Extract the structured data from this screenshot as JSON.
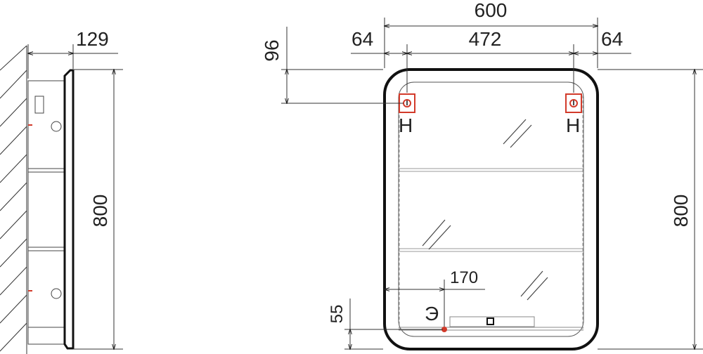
{
  "side_view": {
    "depth_label": "129",
    "height_label": "800"
  },
  "front_view": {
    "width_label": "600",
    "left_margin_label": "64",
    "inner_width_label": "472",
    "right_margin_label": "64",
    "top_offset_label": "96",
    "height_label": "800",
    "socket_offset_label": "170",
    "socket_height_label": "55",
    "hook_left_mark": "Н",
    "hook_right_mark": "Н",
    "socket_mark": "Э"
  },
  "colors": {
    "line": "#222222",
    "hook": "#d23a2a",
    "socket": "#d23a2a"
  }
}
